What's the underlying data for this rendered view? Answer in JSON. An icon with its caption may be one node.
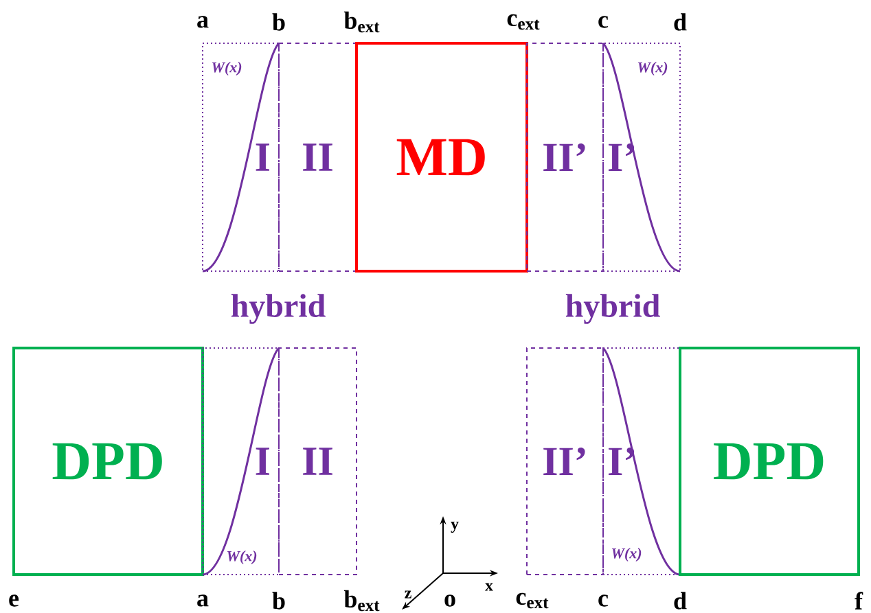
{
  "diagram": {
    "nodes": [
      {
        "text": [
          "I",
          "W(x)"
        ]
      },
      {
        "text": [
          "II"
        ]
      },
      {
        "text": [
          "MD"
        ]
      },
      {
        "text": [
          "II’"
        ]
      },
      {
        "text": [
          "I’",
          "W(x)"
        ]
      },
      {
        "text": [
          "DPD"
        ]
      },
      {
        "text": [
          "I",
          "W(x)"
        ]
      },
      {
        "text": [
          "II"
        ]
      },
      {
        "text": [
          "II’"
        ]
      },
      {
        "text": [
          "I’",
          "W(x)"
        ]
      },
      {
        "text": [
          "DPD"
        ]
      }
    ],
    "labels": [
      "a",
      "b",
      "b$_{ext}$",
      "c$_{ext}$",
      "c",
      "d",
      "hybrid",
      "hybrid",
      "y",
      "x",
      "z",
      "e",
      "a",
      "b",
      "b$_{ext}$",
      "o",
      "c$_{ext}$",
      "c",
      "d",
      "f"
    ]
  }
}
